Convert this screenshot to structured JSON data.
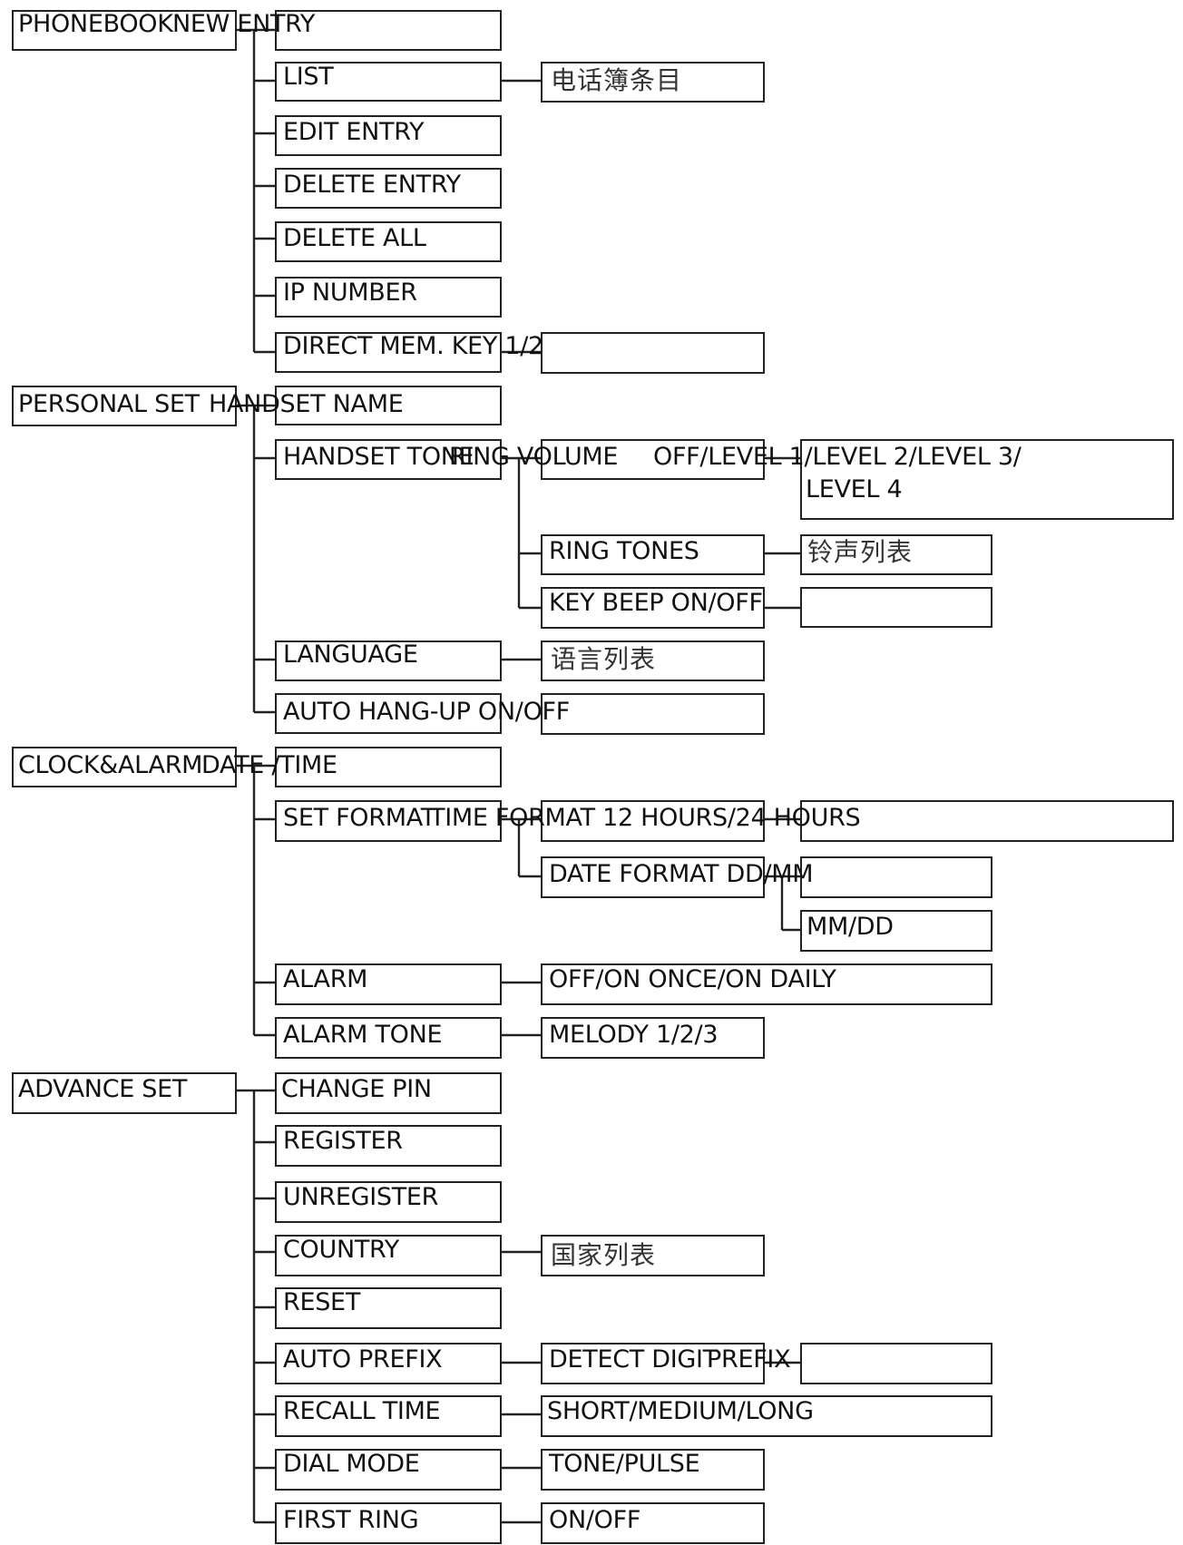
{
  "sections": {
    "phonebook": {
      "title": "PHONEBOOK",
      "items": {
        "new_entry": "NEW ENTRY",
        "list": "LIST",
        "list_sub": "电话簿条目",
        "edit_entry": "EDIT ENTRY",
        "delete_entry": "DELETE ENTRY",
        "delete_all": "DELETE ALL",
        "ip_number": "IP NUMBER",
        "direct_mem_key": "DIRECT MEM. KEY 1/2"
      }
    },
    "personal_set": {
      "title": "PERSONAL SET",
      "items": {
        "handset_name": "HANDSET NAME",
        "handset_tone": "HANDSET TONE",
        "ring_volume": "RING VOLUME",
        "ring_volume_options_1": "OFF/LEVEL 1/LEVEL 2/LEVEL 3/",
        "ring_volume_options_2": "LEVEL 4",
        "ring_tones": "RING TONES",
        "ring_tones_sub": "铃声列表",
        "key_beep": "KEY BEEP ON/OFF",
        "language": "LANGUAGE",
        "language_sub": "语言列表",
        "auto_hangup": "AUTO HANG-UP ON/OFF"
      }
    },
    "clock_alarm": {
      "title": "CLOCK&ALARM",
      "items": {
        "date_time": "DATE /TIME",
        "set_format": "SET FORMAT",
        "time_format": "TIME FORMAT 12 HOURS/24 HOURS",
        "date_format": "DATE FORMAT DD/MM",
        "date_format_alt": "MM/DD",
        "alarm": "ALARM",
        "alarm_options": "OFF/ON ONCE/ON DAILY",
        "alarm_tone": "ALARM TONE",
        "alarm_tone_options": "MELODY 1/2/3"
      }
    },
    "advance_set": {
      "title": "ADVANCE SET",
      "items": {
        "change_pin": "CHANGE PIN",
        "register": "REGISTER",
        "unregister": "UNREGISTER",
        "country": "COUNTRY",
        "country_sub": "国家列表",
        "reset": "RESET",
        "auto_prefix": "AUTO PREFIX",
        "detect_digit": "DETECT DIGIT",
        "prefix": "PREFIX",
        "recall_time": "RECALL TIME",
        "recall_options": "SHORT/MEDIUM/LONG",
        "dial_mode": "DIAL MODE",
        "dial_options": "TONE/PULSE",
        "first_ring": "FIRST RING",
        "first_ring_options": "ON/OFF"
      }
    }
  }
}
